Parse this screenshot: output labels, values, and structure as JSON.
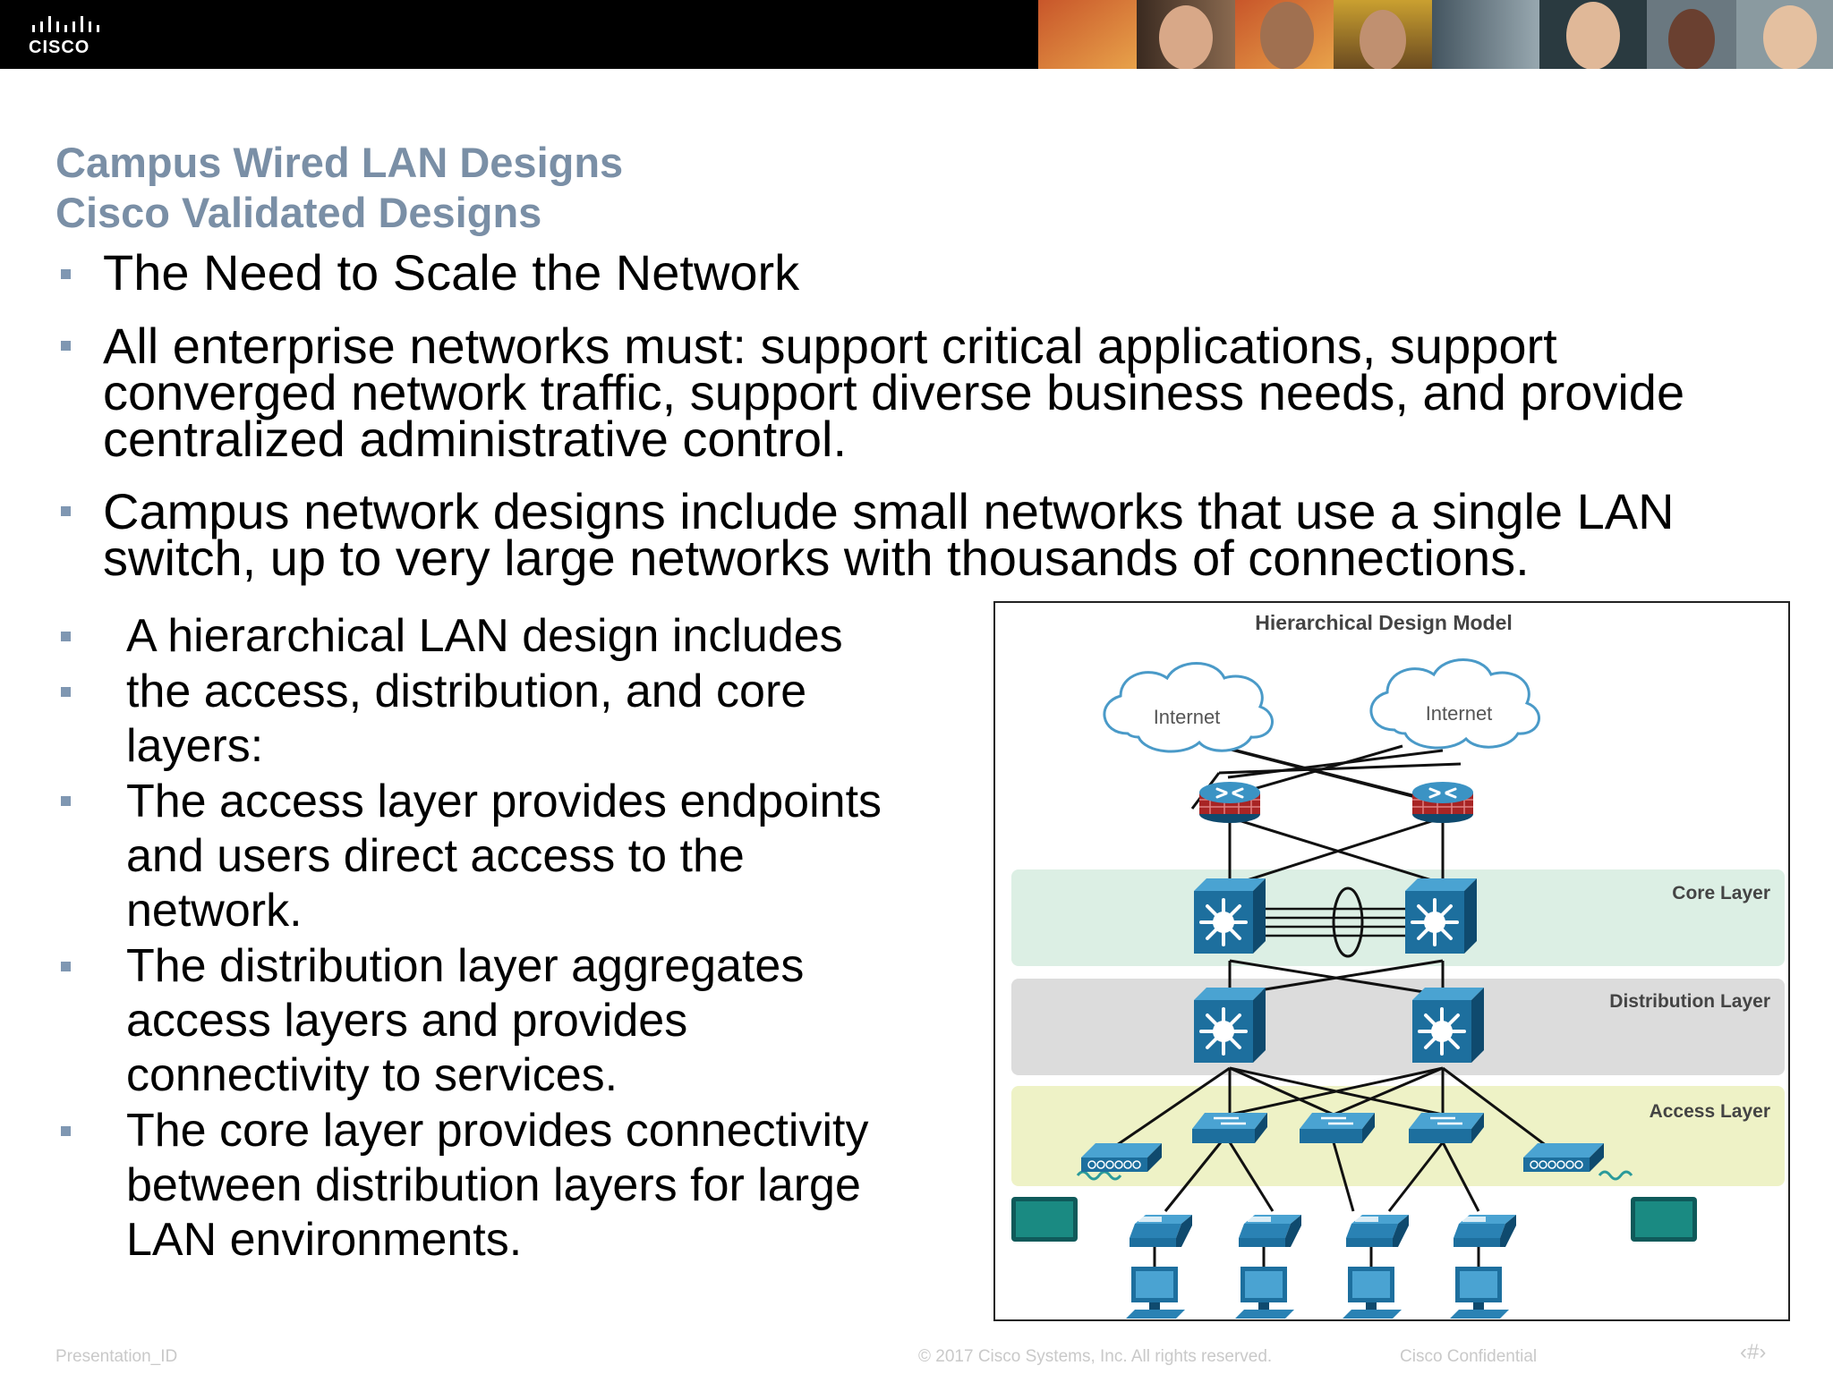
{
  "header": {
    "logo_text": "CISCO",
    "logo_icon": "cisco-bridge-logo",
    "photo_strip": "people-photo-strip"
  },
  "titles": {
    "line1": "Campus Wired LAN Designs",
    "line2": "Cisco Validated Designs"
  },
  "bullets": [
    {
      "lines": [
        "The Need to Scale the Network"
      ]
    },
    {
      "lines": [
        "All enterprise networks must: support critical applications, support",
        "converged network traffic, support diverse business needs, and provide",
        "centralized administrative control."
      ]
    },
    {
      "lines": [
        "Campus network designs include small networks that use a single LAN",
        "switch, up to very large networks with thousands of connections."
      ]
    }
  ],
  "sub_bullets": [
    {
      "lines": [
        "A hierarchical LAN design includes"
      ]
    },
    {
      "lines": [
        "the access, distribution, and core",
        "layers:"
      ]
    },
    {
      "lines": [
        "The access layer provides endpoints",
        "and users direct access to the",
        "network."
      ]
    },
    {
      "lines": [
        "The distribution layer aggregates",
        "access layers and provides",
        "connectivity to services."
      ]
    },
    {
      "lines": [
        "The core layer provides connectivity",
        "between distribution layers for large",
        "LAN environments."
      ]
    }
  ],
  "diagram": {
    "title": "Hierarchical Design Model",
    "cloud_left": "Internet",
    "cloud_right": "Internet",
    "layer_core": "Core Layer",
    "layer_distribution": "Distribution Layer",
    "layer_access": "Access Layer",
    "colors": {
      "core_band": "#dcefe4",
      "distribution_band": "#dcdcdc",
      "access_band": "#eef2c6",
      "device_blue": "#1d6f9e",
      "router_red": "#b22a2a"
    }
  },
  "footer": {
    "presentation_id": "Presentation_ID",
    "copyright": "© 2017 Cisco Systems, Inc. All rights reserved.",
    "confidential": "Cisco Confidential",
    "page": "‹#›"
  }
}
